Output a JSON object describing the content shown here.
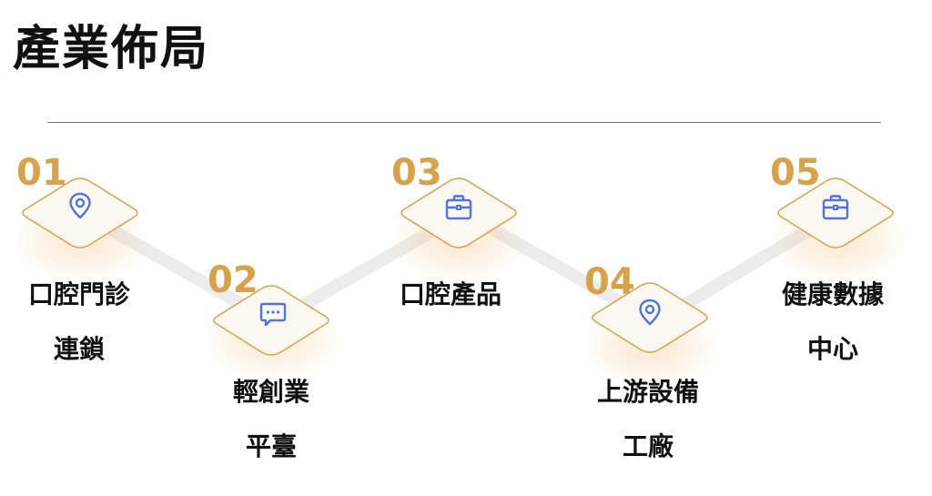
{
  "title": "產業佈局",
  "colors": {
    "accent": "#d9a24a",
    "icon": "#4f74e6",
    "track": "#ececec"
  },
  "steps": [
    {
      "number": "01",
      "icon": "map-pin-icon",
      "line1": "口腔門診",
      "line2": "連鎖"
    },
    {
      "number": "02",
      "icon": "chat-bubble-icon",
      "line1": "輕創業",
      "line2": "平臺"
    },
    {
      "number": "03",
      "icon": "briefcase-icon",
      "line1": "口腔產品",
      "line2": ""
    },
    {
      "number": "04",
      "icon": "map-pin-icon",
      "line1": "上游設備",
      "line2": "工廠"
    },
    {
      "number": "05",
      "icon": "briefcase-icon",
      "line1": "健康數據",
      "line2": "中心"
    }
  ]
}
